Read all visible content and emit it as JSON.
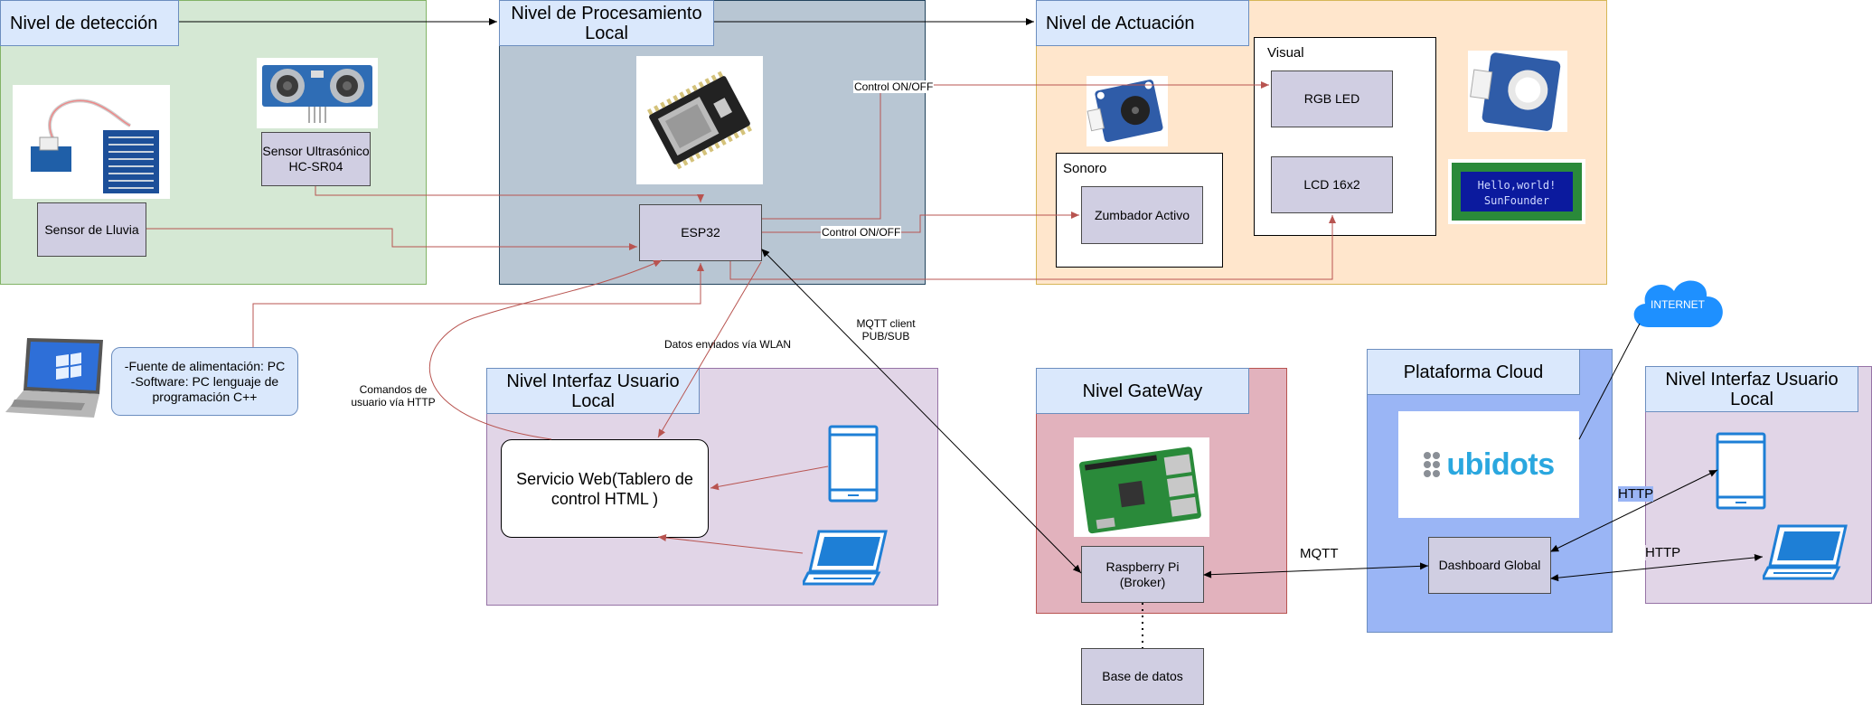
{
  "levels": {
    "deteccion": "Nivel de detección",
    "procesamiento": "Nivel de Procesamiento Local",
    "actuacion": "Nivel de Actuación",
    "interfaz_local": "Nivel Interfaz Usuario Local",
    "gateway": "Nivel GateWay",
    "cloud": "Plataforma Cloud",
    "interfaz_local_2": "Nivel Interfaz Usuario Local"
  },
  "nodes": {
    "sensor_ultra": "Sensor Ultrasónico HC-SR04",
    "sensor_lluvia": "Sensor de Lluvia",
    "esp32": "ESP32",
    "visual": "Visual",
    "rgb_led": "RGB LED",
    "lcd": "LCD 16x2",
    "sonoro": "Sonoro",
    "zumbador": "Zumbador Activo",
    "power_note": "-Fuente de alimentación: PC\n-Software: PC lenguaje de programación C++",
    "servicio_web": "Servicio Web(Tablero de control HTML )",
    "raspberry": "Raspberry Pi (Broker)",
    "base_datos": "Base de datos",
    "dashboard": "Dashboard Global",
    "internet": "INTERNET",
    "ubidots_logo": "ubidots",
    "lcd_screen_line1": "Hello,world!",
    "lcd_screen_line2": "SunFounder"
  },
  "edges": {
    "control_1": "Control ON/OFF",
    "control_2": "Control ON/OFF",
    "mqtt_client": "MQTT client\nPUB/SUB",
    "datos_wlan": "Datos enviados vía WLAN",
    "comandos_http": "Comandos de\nusuario vía HTTP",
    "mqtt": "MQTT",
    "http_1": "HTTP",
    "http_2": "HTTP"
  },
  "colors": {
    "green_panel": "#d5e8d4",
    "green_border": "#82b366",
    "slate_panel": "#b8c6d3",
    "orange_panel": "#ffe6cc",
    "orange_border": "#d6b656",
    "purple_panel": "#e1d5e7",
    "purple_border": "#9673a6",
    "red_panel": "#e2b2bd",
    "red_border": "#b85450",
    "blue_panel": "#9ab5f5",
    "blue_border": "#6c8ebf",
    "tab_fill": "#dae8fc",
    "node_fill": "#d0cee2",
    "edge_red": "#b85450",
    "cloud_blue": "#1e90ff"
  }
}
